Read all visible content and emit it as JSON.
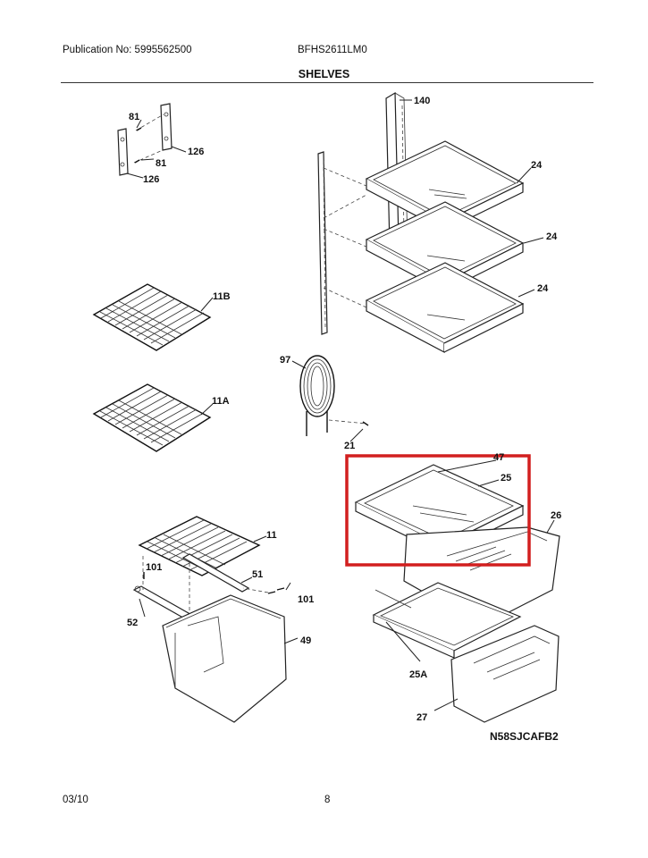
{
  "header": {
    "publication": "Publication No: 5995562500",
    "model": "BFHS2611LM0",
    "section_title": "SHELVES"
  },
  "diagram": {
    "callouts": {
      "c140": "140",
      "c81a": "81",
      "c81b": "81",
      "c126a": "126",
      "c126b": "126",
      "c24a": "24",
      "c24b": "24",
      "c24c": "24",
      "c11b": "11B",
      "c97": "97",
      "c11a": "11A",
      "c21": "21",
      "c47": "47",
      "c25": "25",
      "c26": "26",
      "c11": "11",
      "c101a": "101",
      "c51": "51",
      "c101b": "101",
      "c52": "52",
      "c49": "49",
      "c25a": "25A",
      "c27": "27"
    },
    "drawing_code": "N58SJCAFB2",
    "highlight_color": "#d21f1f"
  },
  "footer": {
    "date": "03/10",
    "page_number": "8"
  }
}
